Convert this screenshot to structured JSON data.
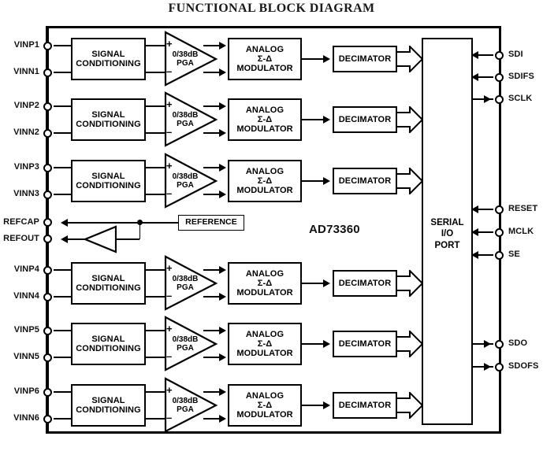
{
  "title": "FUNCTIONAL BLOCK DIAGRAM",
  "part_number": "AD73360",
  "blocks": {
    "signal_conditioning": "SIGNAL\nCONDITIONING",
    "signal_conditioning_l1": "SIGNAL",
    "signal_conditioning_l2": "CONDITIONING",
    "pga_l1": "0/38dB",
    "pga_l2": "PGA",
    "pga_plus": "+",
    "pga_minus": "–",
    "modulator_l1": "ANALOG",
    "modulator_l2": "Σ-Δ",
    "modulator_l3": "MODULATOR",
    "decimator": "DECIMATOR",
    "reference": "REFERENCE",
    "serial_port_l1": "SERIAL",
    "serial_port_l2": "I/O",
    "serial_port_l3": "PORT"
  },
  "channels": [
    {
      "index": 1,
      "pin_p": "VINP1",
      "pin_n": "VINN1"
    },
    {
      "index": 2,
      "pin_p": "VINP2",
      "pin_n": "VINN2"
    },
    {
      "index": 3,
      "pin_p": "VINP3",
      "pin_n": "VINN3"
    },
    {
      "index": 4,
      "pin_p": "VINP4",
      "pin_n": "VINN4"
    },
    {
      "index": 5,
      "pin_p": "VINP5",
      "pin_n": "VINN5"
    },
    {
      "index": 6,
      "pin_p": "VINP6",
      "pin_n": "VINN6"
    }
  ],
  "reference_pins": [
    {
      "name": "REFCAP",
      "direction": "out"
    },
    {
      "name": "REFOUT",
      "direction": "out"
    }
  ],
  "right_pins": [
    {
      "name": "SDI",
      "direction": "in"
    },
    {
      "name": "SDIFS",
      "direction": "in"
    },
    {
      "name": "SCLK",
      "direction": "out"
    },
    {
      "name": "RESET",
      "direction": "in"
    },
    {
      "name": "MCLK",
      "direction": "in"
    },
    {
      "name": "SE",
      "direction": "in"
    },
    {
      "name": "SDO",
      "direction": "out"
    },
    {
      "name": "SDOFS",
      "direction": "out"
    }
  ],
  "colors": {
    "line": "#000000",
    "background": "#ffffff",
    "text": "#111111"
  }
}
